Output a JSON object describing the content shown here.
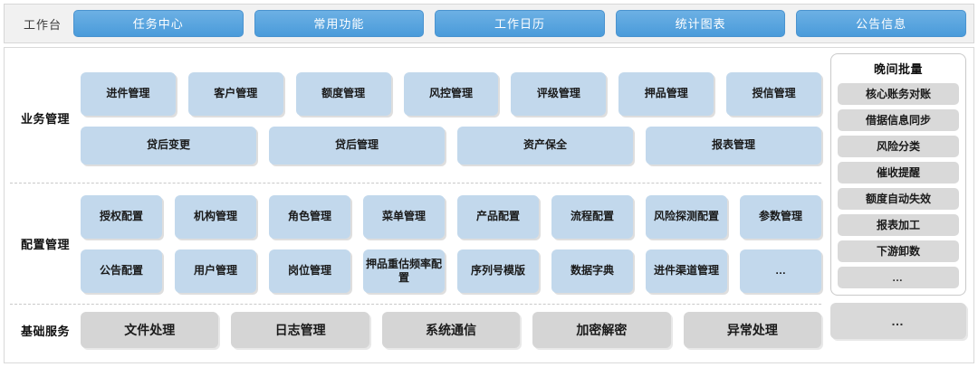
{
  "topbar": {
    "title": "工作台",
    "tabs": [
      {
        "label": "任务中心"
      },
      {
        "label": "常用功能"
      },
      {
        "label": "工作日历"
      },
      {
        "label": "统计图表"
      },
      {
        "label": "公告信息"
      }
    ]
  },
  "sections": {
    "business": {
      "label": "业务管理",
      "row1": [
        {
          "label": "进件管理"
        },
        {
          "label": "客户管理"
        },
        {
          "label": "额度管理"
        },
        {
          "label": "风控管理"
        },
        {
          "label": "评级管理"
        },
        {
          "label": "押品管理"
        },
        {
          "label": "授信管理"
        }
      ],
      "row2": [
        {
          "label": "贷后变更"
        },
        {
          "label": "贷后管理"
        },
        {
          "label": "资产保全"
        },
        {
          "label": "报表管理"
        }
      ]
    },
    "config": {
      "label": "配置管理",
      "row1": [
        {
          "label": "授权配置"
        },
        {
          "label": "机构管理"
        },
        {
          "label": "角色管理"
        },
        {
          "label": "菜单管理"
        },
        {
          "label": "产品配置"
        },
        {
          "label": "流程配置"
        },
        {
          "label": "风险探测配置"
        },
        {
          "label": "参数管理"
        }
      ],
      "row2": [
        {
          "label": "公告配置"
        },
        {
          "label": "用户管理"
        },
        {
          "label": "岗位管理"
        },
        {
          "label": "押品重估频率配置"
        },
        {
          "label": "序列号模版"
        },
        {
          "label": "数据字典"
        },
        {
          "label": "进件渠道管理"
        },
        {
          "label": "…"
        }
      ]
    },
    "basic": {
      "label": "基础服务",
      "items": [
        {
          "label": "文件处理"
        },
        {
          "label": "日志管理"
        },
        {
          "label": "系统通信"
        },
        {
          "label": "加密解密"
        },
        {
          "label": "异常处理"
        }
      ]
    }
  },
  "batch_panel": {
    "title": "晚间批量",
    "items": [
      {
        "label": "核心账务对账"
      },
      {
        "label": "借据信息同步"
      },
      {
        "label": "风险分类"
      },
      {
        "label": "催收提醒"
      },
      {
        "label": "额度自动失效"
      },
      {
        "label": "报表加工"
      },
      {
        "label": "下游卸数"
      },
      {
        "label": "…"
      }
    ]
  },
  "right_footer": {
    "label": "…"
  },
  "colors": {
    "tab_blue": "#4a9bda",
    "tile_blue": "#c2d8ec",
    "tile_grey": "#d5d5d5",
    "panel_grey": "#d9d9d9",
    "topbar_bg": "#f1f1f1"
  }
}
